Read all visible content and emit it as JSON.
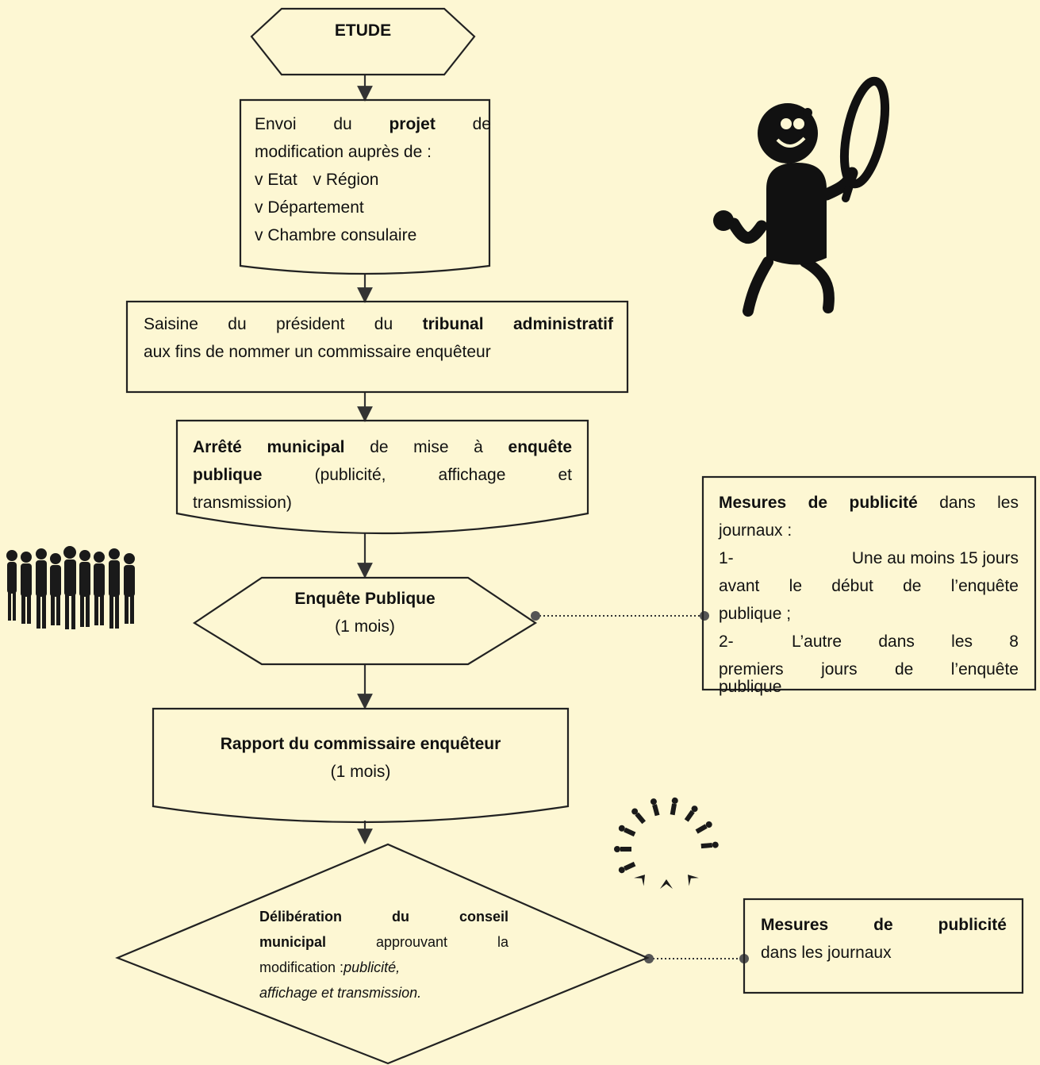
{
  "start": {
    "label": "ETUDE"
  },
  "envoi": {
    "l1_a": "Envoi",
    "l1_b": "du",
    "l1_c": "projet",
    "l1_d": "de",
    "l2": "modification auprès de :",
    "l3_a": "v Etat",
    "l3_b": "v Région",
    "l4": "v Département",
    "l5": "v Chambre consulaire"
  },
  "saisine": {
    "l1_a": "Saisine du président du",
    "l1_b": "tribunal administratif",
    "l2": "aux fins de nommer un commissaire enquêteur"
  },
  "arrete": {
    "l1_a": "Arrêté municipal",
    "l1_b": "de mise à",
    "l1_c": "enquête",
    "l2_a": "publique",
    "l2_b": "(publicité,",
    "l2_c": "affichage",
    "l2_d": "et",
    "l3": "transmission)"
  },
  "enquete": {
    "title": "Enquête Publique",
    "duration": "(1 mois)"
  },
  "mesures1": {
    "l1_a": "Mesures de publicité",
    "l1_b": "dans les",
    "l2": "journaux :",
    "l3_a": "1-",
    "l3_b": "Une au moins 15 jours",
    "l4": "avant le début de l’enquête",
    "l5": "publique ;",
    "l6_a": "2-",
    "l6_b": "L’autre dans les 8",
    "l7": "premiers jours de l’enquête",
    "l8": "publique"
  },
  "rapport": {
    "title": "Rapport du commissaire enquêteur",
    "duration": "(1 mois)"
  },
  "deliberation": {
    "l1_a": "Délibération",
    "l1_b": "du",
    "l1_c": "conseil",
    "l2_a": "municipal",
    "l2_b": "approuvant",
    "l2_c": "la",
    "l3_a": "modification :",
    "l3_b": "publicité,",
    "l4": "affichage et transmission."
  },
  "mesures2": {
    "l1_a": "Mesures",
    "l1_b": "de",
    "l1_c": "publicité",
    "l2": "dans les journaux"
  },
  "illustrations": [
    "detective-with-magnifying-glass",
    "crowd-of-people",
    "circle-of-people-arms-raised"
  ]
}
